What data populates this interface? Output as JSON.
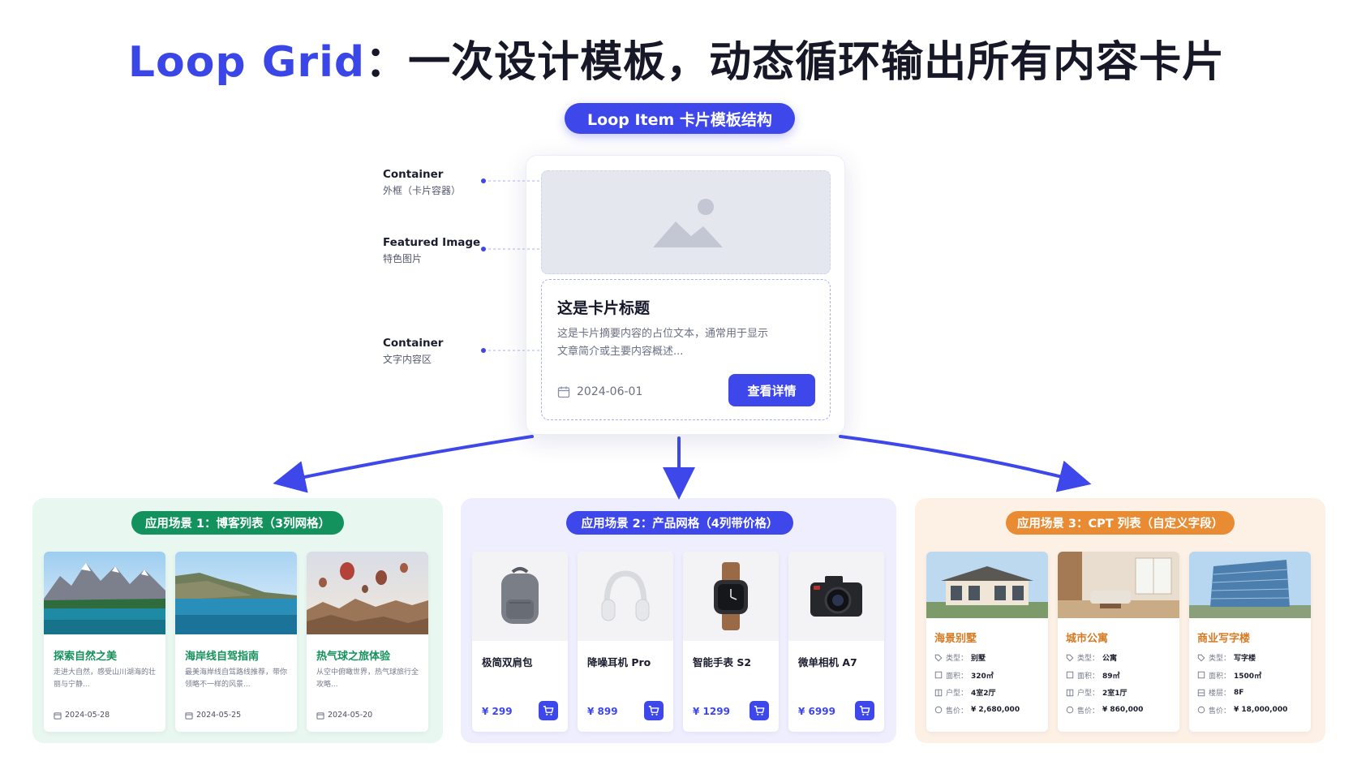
{
  "header": {
    "title_accent": "Loop Grid",
    "title_rest": "：一次设计模板，动态循环输出所有内容卡片",
    "template_pill": "Loop Item 卡片模板结构"
  },
  "annotations": [
    {
      "en": "Container",
      "cn": "外框（卡片容器）"
    },
    {
      "en": "Featured Image",
      "cn": "特色图片"
    },
    {
      "en": "Container",
      "cn": "文字内容区"
    }
  ],
  "template_card": {
    "title": "这是卡片标题",
    "desc": "这是卡片摘要内容的占位文本，通常用于显示文章简介或主要内容概述...",
    "date": "2024-06-01",
    "button": "查看详情"
  },
  "scenarios": {
    "blog": {
      "label": "应用场景 1：博客列表（3列网格）",
      "cards": [
        {
          "title": "探索自然之美",
          "desc": "走进大自然，感受山川湖海的壮丽与宁静...",
          "date": "2024-05-28"
        },
        {
          "title": "海岸线自驾指南",
          "desc": "最美海岸线自驾路线推荐，带你领略不一样的风景...",
          "date": "2024-05-25"
        },
        {
          "title": "热气球之旅体验",
          "desc": "从空中俯瞰世界，热气球旅行全攻略...",
          "date": "2024-05-20"
        }
      ]
    },
    "products": {
      "label": "应用场景 2：产品网格（4列带价格）",
      "cards": [
        {
          "name": "极简双肩包",
          "price": "¥ 299",
          "icon": "backpack-icon"
        },
        {
          "name": "降噪耳机 Pro",
          "price": "¥ 899",
          "icon": "headphones-icon"
        },
        {
          "name": "智能手表 S2",
          "price": "¥ 1299",
          "icon": "smartwatch-icon"
        },
        {
          "name": "微单相机 A7",
          "price": "¥ 6999",
          "icon": "camera-icon"
        }
      ]
    },
    "cpt": {
      "label": "应用场景 3：CPT 列表（自定义字段）",
      "cards": [
        {
          "title": "海景别墅",
          "fields": [
            {
              "k": "类型：",
              "v": "别墅"
            },
            {
              "k": "面积：",
              "v": "320㎡"
            },
            {
              "k": "户型：",
              "v": "4室2厅"
            },
            {
              "k": "售价：",
              "v": "¥ 2,680,000"
            }
          ]
        },
        {
          "title": "城市公寓",
          "fields": [
            {
              "k": "类型：",
              "v": "公寓"
            },
            {
              "k": "面积：",
              "v": "89㎡"
            },
            {
              "k": "户型：",
              "v": "2室1厅"
            },
            {
              "k": "售价：",
              "v": "¥ 860,000"
            }
          ]
        },
        {
          "title": "商业写字楼",
          "fields": [
            {
              "k": "类型：",
              "v": "写字楼"
            },
            {
              "k": "面积：",
              "v": "1500㎡"
            },
            {
              "k": "楼层：",
              "v": "8F"
            },
            {
              "k": "售价：",
              "v": "¥ 18,000,000"
            }
          ]
        }
      ]
    }
  },
  "colors": {
    "accent": "#3d47ea",
    "green": "#14925e",
    "orange": "#e88b33"
  }
}
